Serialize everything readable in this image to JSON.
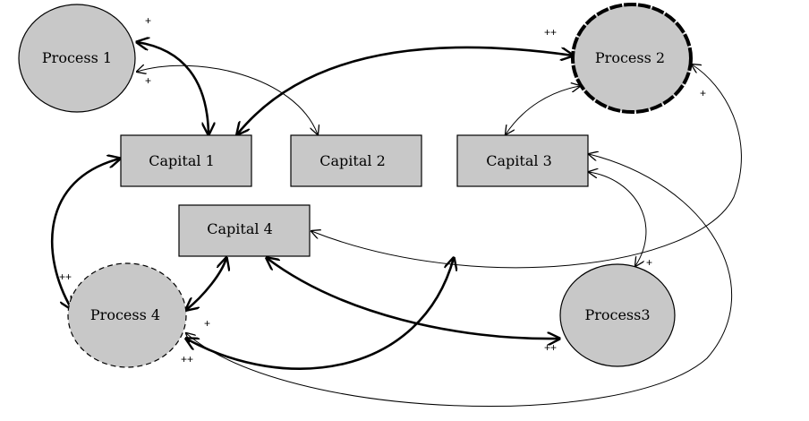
{
  "nodes": {
    "process_1": "Process 1",
    "process_2": "Process 2",
    "process_3": "Process3",
    "process_4": "Process 4",
    "capital_1": "Capital 1",
    "capital_2": "Capital 2",
    "capital_3": "Capital 3",
    "capital_4": "Capital 4"
  },
  "colors": {
    "node_fill": "#c8c8c8",
    "stroke": "#000000"
  },
  "edge_marks": {
    "p1_top": "+",
    "p1_bottom": "+",
    "p2_strong": "++",
    "p2_right": "+",
    "p3_top": "+",
    "p3_strong": "++",
    "p4_top": "++",
    "p4_bottom": "++",
    "p4_right": "+"
  }
}
